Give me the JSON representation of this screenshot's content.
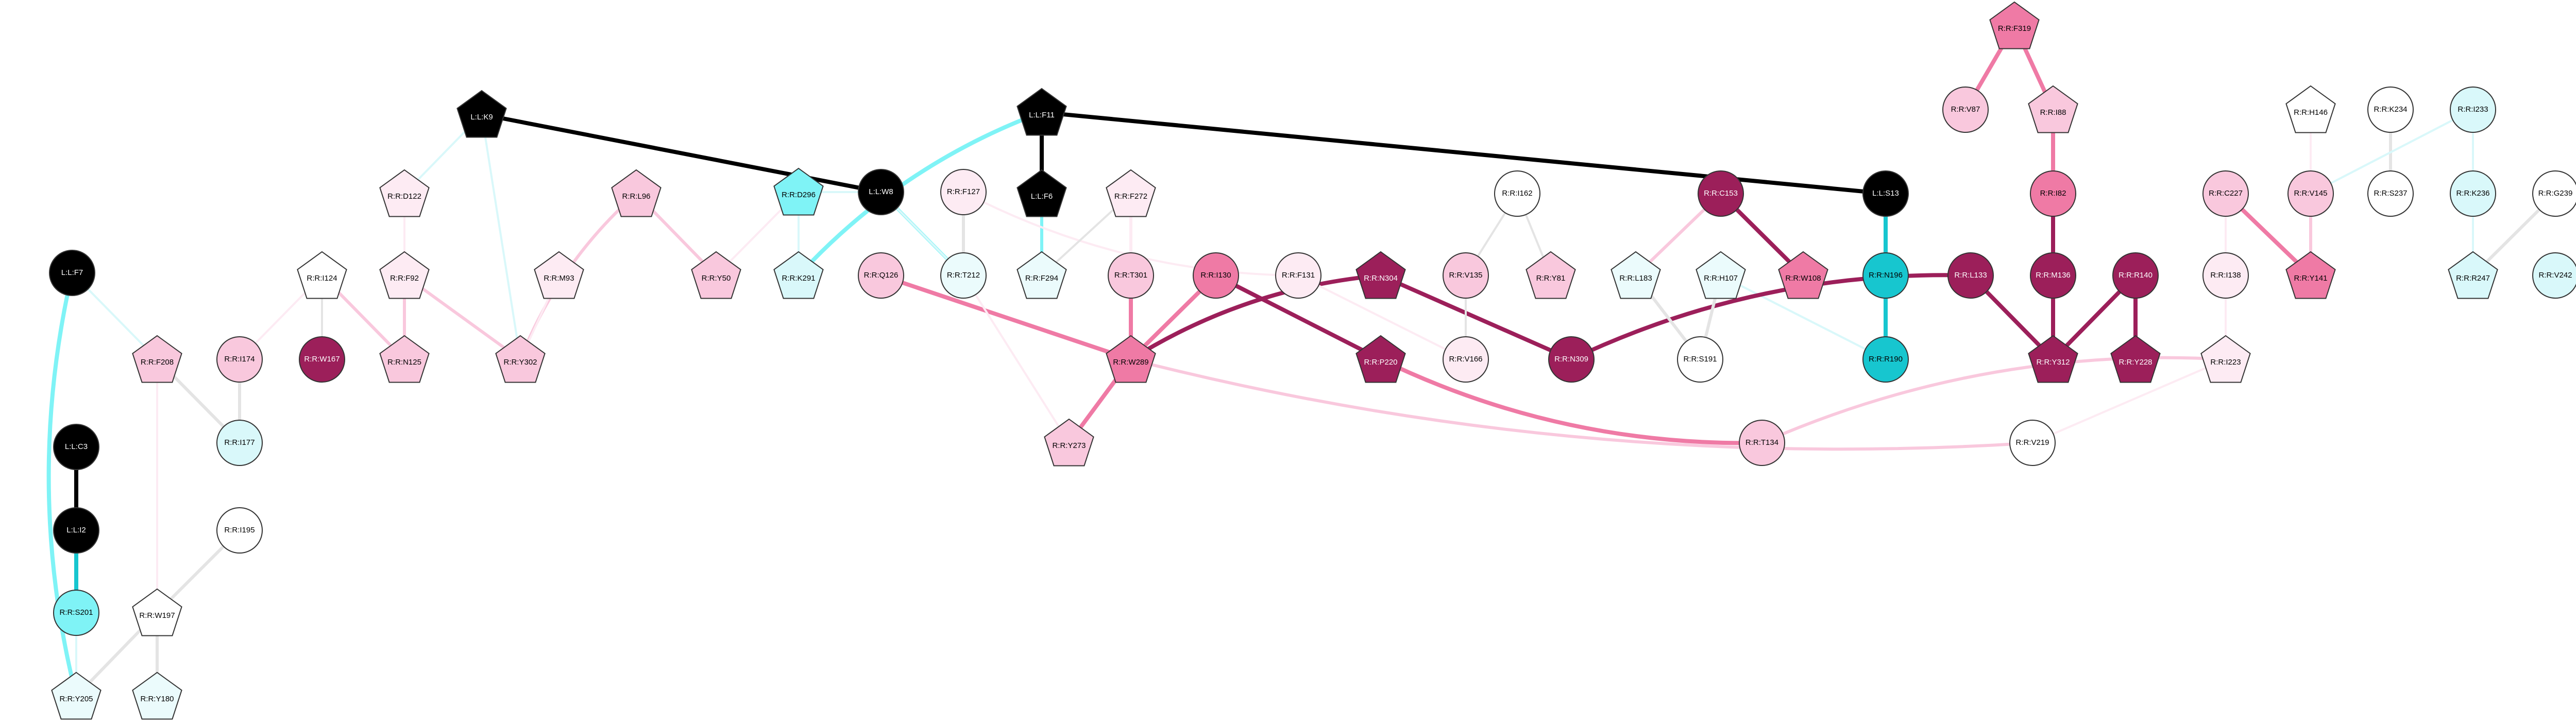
{
  "colors": {
    "black": "#000000",
    "cyan": "#7ff3f6",
    "teal": "#17c6cf",
    "pale_cyan": "#d9f8fa",
    "pale_cyan2": "#ebfbfc",
    "maroon": "#9c1f5a",
    "pink_strong": "#ef7aa5",
    "pink_mid": "#f9c8dd",
    "pink_light": "#fdebf3",
    "white": "#ffffff",
    "grey_edge": "#e4e4e4"
  },
  "nodes": [
    {
      "id": "L:L:K9",
      "label": "L:L:K9",
      "shape": "pentagon",
      "fill": "black",
      "text": "light"
    },
    {
      "id": "L:L:F11",
      "label": "L:L:F11",
      "shape": "pentagon",
      "fill": "black",
      "text": "light"
    },
    {
      "id": "L:L:W8",
      "label": "L:L:W8",
      "shape": "circle",
      "fill": "black",
      "text": "light"
    },
    {
      "id": "L:L:F6",
      "label": "L:L:F6",
      "shape": "pentagon",
      "fill": "black",
      "text": "light"
    },
    {
      "id": "L:L:F7",
      "label": "L:L:F7",
      "shape": "circle",
      "fill": "black",
      "text": "light"
    },
    {
      "id": "L:L:C3",
      "label": "L:L:C3",
      "shape": "circle",
      "fill": "black",
      "text": "light"
    },
    {
      "id": "L:L:I2",
      "label": "L:L:I2",
      "shape": "circle",
      "fill": "black",
      "text": "light"
    },
    {
      "id": "L:L:S13",
      "label": "L:L:S13",
      "shape": "circle",
      "fill": "black",
      "text": "light"
    },
    {
      "id": "R:R:F319",
      "label": "R:R:F319",
      "shape": "pentagon",
      "fill": "pink_strong",
      "text": "dark"
    },
    {
      "id": "R:R:V87",
      "label": "R:R:V87",
      "shape": "circle",
      "fill": "pink_mid",
      "text": "dark"
    },
    {
      "id": "R:R:I88",
      "label": "R:R:I88",
      "shape": "pentagon",
      "fill": "pink_mid",
      "text": "dark"
    },
    {
      "id": "R:R:I82",
      "label": "R:R:I82",
      "shape": "circle",
      "fill": "pink_strong",
      "text": "dark"
    },
    {
      "id": "R:R:M136",
      "label": "R:R:M136",
      "shape": "circle",
      "fill": "maroon",
      "text": "light"
    },
    {
      "id": "R:R:R140",
      "label": "R:R:R140",
      "shape": "circle",
      "fill": "maroon",
      "text": "light"
    },
    {
      "id": "R:R:L133",
      "label": "R:R:L133",
      "shape": "circle",
      "fill": "maroon",
      "text": "light"
    },
    {
      "id": "R:R:Y312",
      "label": "R:R:Y312",
      "shape": "pentagon",
      "fill": "maroon",
      "text": "light"
    },
    {
      "id": "R:R:Y228",
      "label": "R:R:Y228",
      "shape": "pentagon",
      "fill": "maroon",
      "text": "light"
    },
    {
      "id": "R:R:H146",
      "label": "R:R:H146",
      "shape": "pentagon",
      "fill": "white",
      "text": "dark"
    },
    {
      "id": "R:R:K234",
      "label": "R:R:K234",
      "shape": "circle",
      "fill": "white",
      "text": "dark"
    },
    {
      "id": "R:R:I233",
      "label": "R:R:I233",
      "shape": "circle",
      "fill": "pale_cyan",
      "text": "dark"
    },
    {
      "id": "R:R:C227",
      "label": "R:R:C227",
      "shape": "circle",
      "fill": "pink_mid",
      "text": "dark"
    },
    {
      "id": "R:R:V145",
      "label": "R:R:V145",
      "shape": "circle",
      "fill": "pink_mid",
      "text": "dark"
    },
    {
      "id": "R:R:S237",
      "label": "R:R:S237",
      "shape": "circle",
      "fill": "white",
      "text": "dark"
    },
    {
      "id": "R:R:K236",
      "label": "R:R:K236",
      "shape": "circle",
      "fill": "pale_cyan",
      "text": "dark"
    },
    {
      "id": "R:R:G239",
      "label": "R:R:G239",
      "shape": "circle",
      "fill": "white",
      "text": "dark"
    },
    {
      "id": "R:R:I138",
      "label": "R:R:I138",
      "shape": "circle",
      "fill": "pink_light",
      "text": "dark"
    },
    {
      "id": "R:R:Y141",
      "label": "R:R:Y141",
      "shape": "pentagon",
      "fill": "pink_strong",
      "text": "dark"
    },
    {
      "id": "R:R:R247",
      "label": "R:R:R247",
      "shape": "pentagon",
      "fill": "pale_cyan",
      "text": "dark"
    },
    {
      "id": "R:R:V242",
      "label": "R:R:V242",
      "shape": "circle",
      "fill": "pale_cyan",
      "text": "dark"
    },
    {
      "id": "R:R:I223",
      "label": "R:R:I223",
      "shape": "pentagon",
      "fill": "pink_light",
      "text": "dark"
    },
    {
      "id": "R:R:D122",
      "label": "R:R:D122",
      "shape": "pentagon",
      "fill": "pink_light",
      "text": "dark"
    },
    {
      "id": "R:R:L96",
      "label": "R:R:L96",
      "shape": "pentagon",
      "fill": "pink_mid",
      "text": "dark"
    },
    {
      "id": "R:R:D296",
      "label": "R:R:D296",
      "shape": "pentagon",
      "fill": "cyan",
      "text": "dark"
    },
    {
      "id": "R:R:F127",
      "label": "R:R:F127",
      "shape": "circle",
      "fill": "pink_light",
      "text": "dark"
    },
    {
      "id": "R:R:F272",
      "label": "R:R:F272",
      "shape": "pentagon",
      "fill": "pink_light",
      "text": "dark"
    },
    {
      "id": "R:R:I162",
      "label": "R:R:I162",
      "shape": "circle",
      "fill": "white",
      "text": "dark"
    },
    {
      "id": "R:R:C153",
      "label": "R:R:C153",
      "shape": "circle",
      "fill": "maroon",
      "text": "light"
    },
    {
      "id": "R:R:F92",
      "label": "R:R:F92",
      "shape": "pentagon",
      "fill": "pink_light",
      "text": "dark"
    },
    {
      "id": "R:R:M93",
      "label": "R:R:M93",
      "shape": "pentagon",
      "fill": "pink_light",
      "text": "dark"
    },
    {
      "id": "R:R:Y50",
      "label": "R:R:Y50",
      "shape": "pentagon",
      "fill": "pink_mid",
      "text": "dark"
    },
    {
      "id": "R:R:K291",
      "label": "R:R:K291",
      "shape": "pentagon",
      "fill": "pale_cyan",
      "text": "dark"
    },
    {
      "id": "R:R:Q126",
      "label": "R:R:Q126",
      "shape": "circle",
      "fill": "pink_mid",
      "text": "dark"
    },
    {
      "id": "R:R:T212",
      "label": "R:R:T212",
      "shape": "circle",
      "fill": "pale_cyan2",
      "text": "dark"
    },
    {
      "id": "R:R:F294",
      "label": "R:R:F294",
      "shape": "pentagon",
      "fill": "pale_cyan2",
      "text": "dark"
    },
    {
      "id": "R:R:T301",
      "label": "R:R:T301",
      "shape": "circle",
      "fill": "pink_mid",
      "text": "dark"
    },
    {
      "id": "R:R:I130",
      "label": "R:R:I130",
      "shape": "circle",
      "fill": "pink_strong",
      "text": "dark"
    },
    {
      "id": "R:R:F131",
      "label": "R:R:F131",
      "shape": "circle",
      "fill": "pink_light",
      "text": "dark"
    },
    {
      "id": "R:R:N304",
      "label": "R:R:N304",
      "shape": "pentagon",
      "fill": "maroon",
      "text": "light"
    },
    {
      "id": "R:R:V135",
      "label": "R:R:V135",
      "shape": "circle",
      "fill": "pink_mid",
      "text": "dark"
    },
    {
      "id": "R:R:Y81",
      "label": "R:R:Y81",
      "shape": "pentagon",
      "fill": "pink_mid",
      "text": "dark"
    },
    {
      "id": "R:R:L183",
      "label": "R:R:L183",
      "shape": "pentagon",
      "fill": "pale_cyan2",
      "text": "dark"
    },
    {
      "id": "R:R:H107",
      "label": "R:R:H107",
      "shape": "pentagon",
      "fill": "pale_cyan2",
      "text": "dark"
    },
    {
      "id": "R:R:W108",
      "label": "R:R:W108",
      "shape": "pentagon",
      "fill": "pink_strong",
      "text": "dark"
    },
    {
      "id": "R:R:N196",
      "label": "R:R:N196",
      "shape": "circle",
      "fill": "teal",
      "text": "dark"
    },
    {
      "id": "R:R:R190",
      "label": "R:R:R190",
      "shape": "circle",
      "fill": "teal",
      "text": "dark"
    },
    {
      "id": "R:R:I124",
      "label": "R:R:I124",
      "shape": "pentagon",
      "fill": "white",
      "text": "dark"
    },
    {
      "id": "R:R:I174",
      "label": "R:R:I174",
      "shape": "circle",
      "fill": "pink_mid",
      "text": "dark"
    },
    {
      "id": "R:R:W167",
      "label": "R:R:W167",
      "shape": "circle",
      "fill": "maroon",
      "text": "light"
    },
    {
      "id": "R:R:N125",
      "label": "R:R:N125",
      "shape": "pentagon",
      "fill": "pink_mid",
      "text": "dark"
    },
    {
      "id": "R:R:Y302",
      "label": "R:R:Y302",
      "shape": "pentagon",
      "fill": "pink_mid",
      "text": "dark"
    },
    {
      "id": "R:R:F208",
      "label": "R:R:F208",
      "shape": "pentagon",
      "fill": "pink_mid",
      "text": "dark"
    },
    {
      "id": "R:R:I177",
      "label": "R:R:I177",
      "shape": "circle",
      "fill": "pale_cyan",
      "text": "dark"
    },
    {
      "id": "R:R:W289",
      "label": "R:R:W289",
      "shape": "pentagon",
      "fill": "pink_strong",
      "text": "dark"
    },
    {
      "id": "R:R:P220",
      "label": "R:R:P220",
      "shape": "pentagon",
      "fill": "maroon",
      "text": "light"
    },
    {
      "id": "R:R:V166",
      "label": "R:R:V166",
      "shape": "circle",
      "fill": "pink_light",
      "text": "dark"
    },
    {
      "id": "R:R:N309",
      "label": "R:R:N309",
      "shape": "circle",
      "fill": "maroon",
      "text": "light"
    },
    {
      "id": "R:R:S191",
      "label": "R:R:S191",
      "shape": "circle",
      "fill": "white",
      "text": "dark"
    },
    {
      "id": "R:R:Y273",
      "label": "R:R:Y273",
      "shape": "pentagon",
      "fill": "pink_mid",
      "text": "dark"
    },
    {
      "id": "R:R:T134",
      "label": "R:R:T134",
      "shape": "circle",
      "fill": "pink_mid",
      "text": "dark"
    },
    {
      "id": "R:R:V219",
      "label": "R:R:V219",
      "shape": "circle",
      "fill": "white",
      "text": "dark"
    },
    {
      "id": "R:R:I195",
      "label": "R:R:I195",
      "shape": "circle",
      "fill": "white",
      "text": "dark"
    },
    {
      "id": "R:R:S201",
      "label": "R:R:S201",
      "shape": "circle",
      "fill": "cyan",
      "text": "dark"
    },
    {
      "id": "R:R:W197",
      "label": "R:R:W197",
      "shape": "pentagon",
      "fill": "white",
      "text": "dark"
    },
    {
      "id": "R:R:Y205",
      "label": "R:R:Y205",
      "shape": "pentagon",
      "fill": "pale_cyan2",
      "text": "dark"
    },
    {
      "id": "R:R:Y180",
      "label": "R:R:Y180",
      "shape": "pentagon",
      "fill": "pale_cyan2",
      "text": "dark"
    }
  ],
  "edges": [
    {
      "a": "L:L:K9",
      "b": "L:L:W8",
      "color": "black",
      "weight": 3
    },
    {
      "a": "L:L:F11",
      "b": "L:L:S13",
      "color": "black",
      "weight": 3
    },
    {
      "a": "L:L:F11",
      "b": "L:L:F6",
      "color": "black",
      "weight": 3
    },
    {
      "a": "L:L:F11",
      "b": "R:R:K291",
      "color": "cyan",
      "weight": 3,
      "curve": true
    },
    {
      "a": "L:L:C3",
      "b": "L:L:I2",
      "color": "black",
      "weight": 3
    },
    {
      "a": "L:L:I2",
      "b": "R:R:S201",
      "color": "teal",
      "weight": 3
    },
    {
      "a": "L:L:F7",
      "b": "R:R:Y205",
      "color": "cyan",
      "weight": 3,
      "curve": true
    },
    {
      "a": "L:L:F7",
      "b": "R:R:F208",
      "color": "pale_cyan",
      "weight": 1
    },
    {
      "a": "L:L:K9",
      "b": "R:R:D122",
      "color": "pale_cyan",
      "weight": 1
    },
    {
      "a": "L:L:K9",
      "b": "R:R:Y302",
      "color": "pale_cyan",
      "weight": 1
    },
    {
      "a": "L:L:W8",
      "b": "R:R:T212",
      "color": "cyan",
      "weight": 2
    },
    {
      "a": "L:L:W8",
      "b": "R:R:D296",
      "color": "pale_cyan",
      "weight": 1
    },
    {
      "a": "L:L:F6",
      "b": "R:R:F294",
      "color": "cyan",
      "weight": 2
    },
    {
      "a": "L:L:S13",
      "b": "R:R:N196",
      "color": "teal",
      "weight": 3
    },
    {
      "a": "R:R:N196",
      "b": "R:R:R190",
      "color": "teal",
      "weight": 3
    },
    {
      "a": "R:R:H107",
      "b": "R:R:R190",
      "color": "pale_cyan",
      "weight": 1
    },
    {
      "a": "R:R:F319",
      "b": "R:R:V87",
      "color": "pink_strong",
      "weight": 3
    },
    {
      "a": "R:R:F319",
      "b": "R:R:I88",
      "color": "pink_strong",
      "weight": 3
    },
    {
      "a": "R:R:I88",
      "b": "R:R:I82",
      "color": "pink_strong",
      "weight": 3
    },
    {
      "a": "R:R:I82",
      "b": "R:R:M136",
      "color": "maroon",
      "weight": 3
    },
    {
      "a": "R:R:M136",
      "b": "R:R:Y312",
      "color": "maroon",
      "weight": 3
    },
    {
      "a": "R:R:L133",
      "b": "R:R:Y312",
      "color": "maroon",
      "weight": 3
    },
    {
      "a": "R:R:R140",
      "b": "R:R:Y312",
      "color": "maroon",
      "weight": 3
    },
    {
      "a": "R:R:R140",
      "b": "R:R:Y228",
      "color": "maroon",
      "weight": 3
    },
    {
      "a": "R:R:L133",
      "b": "R:R:N309",
      "color": "maroon",
      "weight": 3,
      "curve": true
    },
    {
      "a": "R:R:C153",
      "b": "R:R:W108",
      "color": "maroon",
      "weight": 3
    },
    {
      "a": "R:R:C153",
      "b": "R:R:L183",
      "color": "pink_mid",
      "weight": 2
    },
    {
      "a": "R:R:N304",
      "b": "R:R:N309",
      "color": "maroon",
      "weight": 3
    },
    {
      "a": "R:R:N304",
      "b": "R:R:W289",
      "color": "maroon",
      "weight": 3,
      "curve": true
    },
    {
      "a": "R:R:I130",
      "b": "R:R:P220",
      "color": "maroon",
      "weight": 3
    },
    {
      "a": "R:R:I130",
      "b": "R:R:W289",
      "color": "pink_strong",
      "weight": 3
    },
    {
      "a": "R:R:T301",
      "b": "R:R:W289",
      "color": "pink_strong",
      "weight": 3
    },
    {
      "a": "R:R:Q126",
      "b": "R:R:W289",
      "color": "pink_strong",
      "weight": 3
    },
    {
      "a": "R:R:W289",
      "b": "R:R:Y273",
      "color": "pink_strong",
      "weight": 3
    },
    {
      "a": "R:R:F272",
      "b": "R:R:T301",
      "color": "pink_light",
      "weight": 2
    },
    {
      "a": "R:R:P220",
      "b": "R:R:T134",
      "color": "pink_strong",
      "weight": 3,
      "curve": true
    },
    {
      "a": "R:R:W289",
      "b": "R:R:V219",
      "color": "pink_mid",
      "weight": 2,
      "curve": true
    },
    {
      "a": "R:R:I223",
      "b": "R:R:T134",
      "color": "pink_mid",
      "weight": 2,
      "curve": true
    },
    {
      "a": "R:R:I223",
      "b": "R:R:V219",
      "color": "pink_light",
      "weight": 1
    },
    {
      "a": "R:R:I138",
      "b": "R:R:I223",
      "color": "pink_light",
      "weight": 1
    },
    {
      "a": "R:R:C227",
      "b": "R:R:I138",
      "color": "pink_light",
      "weight": 1
    },
    {
      "a": "R:R:C227",
      "b": "R:R:Y141",
      "color": "pink_strong",
      "weight": 3
    },
    {
      "a": "R:R:V145",
      "b": "R:R:Y141",
      "color": "pink_mid",
      "weight": 2
    },
    {
      "a": "R:R:H146",
      "b": "R:R:V145",
      "color": "pink_light",
      "weight": 1
    },
    {
      "a": "R:R:K234",
      "b": "R:R:S237",
      "color": "grey_edge",
      "weight": 2
    },
    {
      "a": "R:R:I233",
      "b": "R:R:K236",
      "color": "pale_cyan",
      "weight": 1
    },
    {
      "a": "R:R:I233",
      "b": "R:R:V145",
      "color": "pale_cyan",
      "weight": 1
    },
    {
      "a": "R:R:K236",
      "b": "R:R:R247",
      "color": "pale_cyan",
      "weight": 1
    },
    {
      "a": "R:R:G239",
      "b": "R:R:R247",
      "color": "grey_edge",
      "weight": 2
    },
    {
      "a": "R:R:L96",
      "b": "R:R:Y50",
      "color": "pink_mid",
      "weight": 2
    },
    {
      "a": "R:R:L96",
      "b": "R:R:Y302",
      "color": "pink_mid",
      "weight": 2,
      "curve": true
    },
    {
      "a": "R:R:D296",
      "b": "R:R:Y50",
      "color": "pink_light",
      "weight": 1
    },
    {
      "a": "R:R:D296",
      "b": "R:R:K291",
      "color": "pale_cyan",
      "weight": 1
    },
    {
      "a": "R:R:D122",
      "b": "R:R:F92",
      "color": "pink_light",
      "weight": 1
    },
    {
      "a": "R:R:F92",
      "b": "R:R:N125",
      "color": "pink_mid",
      "weight": 2
    },
    {
      "a": "R:R:F92",
      "b": "R:R:Y302",
      "color": "pink_mid",
      "weight": 2
    },
    {
      "a": "R:R:M93",
      "b": "R:R:Y302",
      "color": "pink_light",
      "weight": 1
    },
    {
      "a": "R:R:I124",
      "b": "R:R:N125",
      "color": "pink_mid",
      "weight": 2
    },
    {
      "a": "R:R:I124",
      "b": "R:R:I174",
      "color": "pink_light",
      "weight": 1
    },
    {
      "a": "R:R:I124",
      "b": "R:R:W167",
      "color": "grey_edge",
      "weight": 1
    },
    {
      "a": "R:R:F208",
      "b": "R:R:I177",
      "color": "grey_edge",
      "weight": 2
    },
    {
      "a": "R:R:I174",
      "b": "R:R:I177",
      "color": "grey_edge",
      "weight": 2
    },
    {
      "a": "R:R:F208",
      "b": "R:R:W197",
      "color": "pink_light",
      "weight": 1
    },
    {
      "a": "R:R:I195",
      "b": "R:R:W197",
      "color": "grey_edge",
      "weight": 2
    },
    {
      "a": "R:R:W197",
      "b": "R:R:Y205",
      "color": "grey_edge",
      "weight": 2
    },
    {
      "a": "R:R:W197",
      "b": "R:R:Y180",
      "color": "grey_edge",
      "weight": 2
    },
    {
      "a": "R:R:S201",
      "b": "R:R:Y205",
      "color": "pale_cyan",
      "weight": 1
    },
    {
      "a": "R:R:F127",
      "b": "R:R:T212",
      "color": "grey_edge",
      "weight": 2
    },
    {
      "a": "R:R:F127",
      "b": "R:R:F131",
      "color": "pink_light",
      "weight": 1,
      "curve": true
    },
    {
      "a": "R:R:T212",
      "b": "R:R:Y273",
      "color": "pink_light",
      "weight": 1
    },
    {
      "a": "R:R:F272",
      "b": "R:R:F294",
      "color": "grey_edge",
      "weight": 1
    },
    {
      "a": "R:R:F131",
      "b": "R:R:V166",
      "color": "pink_light",
      "weight": 1
    },
    {
      "a": "R:R:I162",
      "b": "R:R:V135",
      "color": "grey_edge",
      "weight": 1
    },
    {
      "a": "R:R:I162",
      "b": "R:R:Y81",
      "color": "grey_edge",
      "weight": 1
    },
    {
      "a": "R:R:V135",
      "b": "R:R:V166",
      "color": "grey_edge",
      "weight": 1
    },
    {
      "a": "R:R:L183",
      "b": "R:R:S191",
      "color": "grey_edge",
      "weight": 2
    },
    {
      "a": "R:R:H107",
      "b": "R:R:S191",
      "color": "grey_edge",
      "weight": 2
    },
    {
      "a": "R:R:T212",
      "b": "L:L:W8",
      "color": "pale_cyan",
      "weight": 1
    }
  ]
}
